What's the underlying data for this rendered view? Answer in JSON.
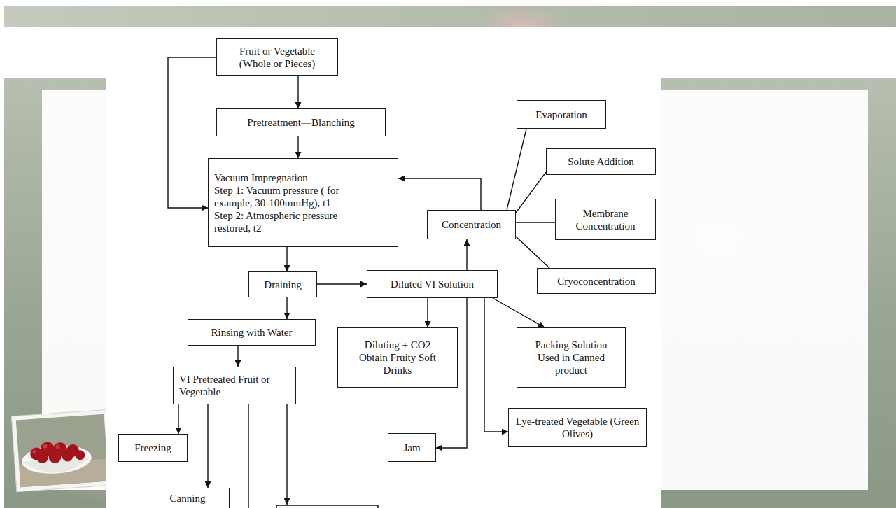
{
  "diagram": {
    "nodes": [
      {
        "text": [
          "Fruit or Vegetable (Whole or Pieces)"
        ]
      },
      {
        "text": [
          "Pretreatment—Blanching"
        ]
      },
      {
        "text": [
          "Vacuum Impregnation",
          "Step 1: Vacuum pressure ( for example, 30-100mmHg), t1",
          "Step 2: Atmospheric pressure restored, t2"
        ]
      },
      {
        "text": [
          "Evaporation"
        ]
      },
      {
        "text": [
          "Solute Addition"
        ]
      },
      {
        "text": [
          "Membrane Concentration"
        ]
      },
      {
        "text": [
          "Concentration"
        ]
      },
      {
        "text": [
          "Cryoconcentration"
        ]
      },
      {
        "text": [
          "Draining"
        ]
      },
      {
        "text": [
          "Diluted VI Solution"
        ]
      },
      {
        "text": [
          "Rinsing with Water"
        ]
      },
      {
        "text": [
          "Diluting + CO2 Obtain Fruity Soft Drinks"
        ]
      },
      {
        "text": [
          "Packing Solution Used in Canned product"
        ]
      },
      {
        "text": [
          "VI Pretreated Fruit or Vegetable"
        ]
      },
      {
        "text": [
          "Lye-treated Vegetable (Green Olives)"
        ]
      },
      {
        "text": [
          "Jam"
        ]
      },
      {
        "text": [
          "Freezing"
        ]
      },
      {
        "text": [
          "Canning"
        ]
      }
    ],
    "edges": [
      {
        "from": 0,
        "to": 1,
        "arrow": "to"
      },
      {
        "from": 1,
        "to": 2,
        "arrow": "to"
      },
      {
        "from": 0,
        "to": 2,
        "arrow": "to"
      },
      {
        "from": 2,
        "to": 8,
        "arrow": "to"
      },
      {
        "from": 8,
        "to": 9,
        "arrow": "to"
      },
      {
        "from": 8,
        "to": 10,
        "arrow": "to"
      },
      {
        "from": 10,
        "to": 13,
        "arrow": "to"
      },
      {
        "from": 13,
        "to": 16,
        "arrow": "to"
      },
      {
        "from": 13,
        "to": 17,
        "arrow": "to"
      },
      {
        "from": 9,
        "to": 11,
        "arrow": "to"
      },
      {
        "from": 9,
        "to": 12,
        "arrow": "to"
      },
      {
        "from": 9,
        "to": 14,
        "arrow": "to"
      },
      {
        "from": 9,
        "to": 15,
        "arrow": "to"
      },
      {
        "from": 9,
        "to": 6,
        "arrow": "to"
      },
      {
        "from": 6,
        "to": 2,
        "arrow": "to"
      },
      {
        "from": 3,
        "to": 6,
        "arrow": "none"
      },
      {
        "from": 4,
        "to": 6,
        "arrow": "none"
      },
      {
        "from": 5,
        "to": 6,
        "arrow": "none"
      },
      {
        "from": 7,
        "to": 6,
        "arrow": "none"
      }
    ]
  }
}
